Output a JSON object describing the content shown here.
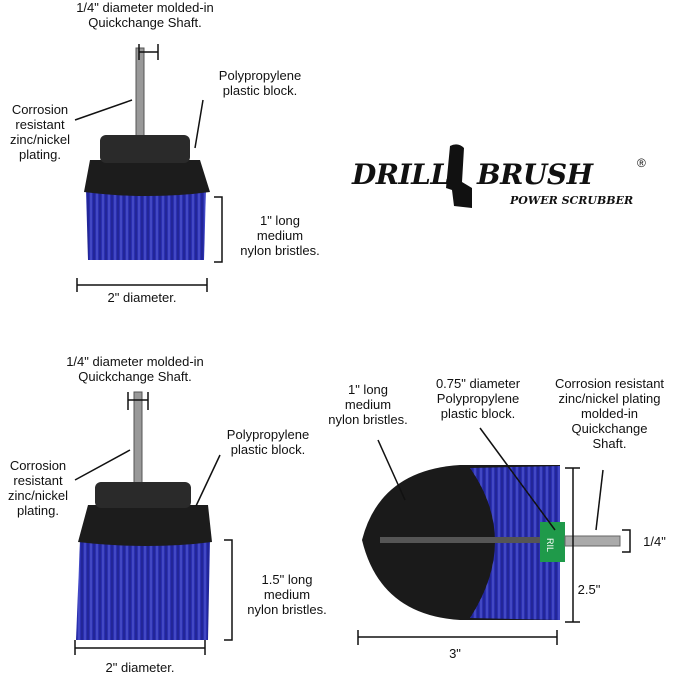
{
  "brush_top": {
    "shaft_label": "1/4\" diameter molded-in\nQuickchange Shaft.",
    "block_label": "Polypropylene\nplastic block.",
    "plating_label": "Corrosion\nresistant\nzinc/nickel\nplating.",
    "bristles_label": "1\" long\nmedium\nnylon bristles.",
    "diameter_label": "2\" diameter."
  },
  "brush_bottom": {
    "shaft_label": "1/4\" diameter molded-in\nQuickchange Shaft.",
    "block_label": "Polypropylene\nplastic block.",
    "plating_label": "Corrosion\nresistant\nzinc/nickel\nplating.",
    "bristles_label": "1.5\" long\nmedium\nnylon bristles.",
    "diameter_label": "2\" diameter."
  },
  "brush_round": {
    "bristles_label": "1\" long\nmedium\nnylon bristles.",
    "block_label": "0.75\" diameter\nPolypropylene\nplastic block.",
    "shaft_label": "Corrosion resistant\nzinc/nickel plating\nmolded-in\nQuickchange\nShaft.",
    "shaft_size": "1/4\"",
    "height_label": "2.5\"",
    "width_label": "3\"",
    "collar_text": "RIL"
  },
  "logo": {
    "word1": "DRILL",
    "word2": "BRUSH",
    "tagline": "POWER SCRUBBER",
    "registered": "®"
  },
  "colors": {
    "bristle_blue": "#2a2fb0",
    "block_black": "#1c1c1c",
    "collar_green": "#1f9a4a"
  }
}
